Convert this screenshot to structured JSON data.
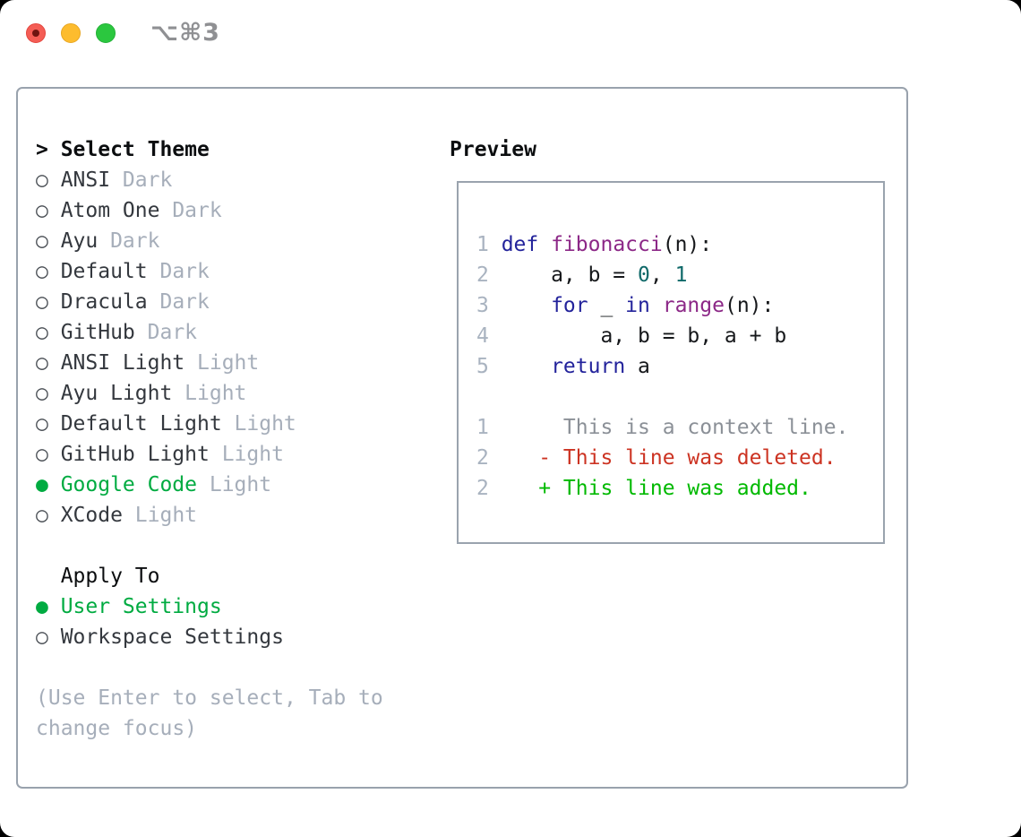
{
  "window": {
    "title": "⌥⌘3",
    "traffic_lights": [
      "close",
      "minimize",
      "zoom"
    ]
  },
  "icons": {
    "prompt": ">",
    "radio_unselected": "○",
    "radio_selected": "●"
  },
  "theme_selector": {
    "header": "Select Theme",
    "themes": [
      {
        "name": "ANSI",
        "variant": "Dark",
        "selected": false
      },
      {
        "name": "Atom One",
        "variant": "Dark",
        "selected": false
      },
      {
        "name": "Ayu",
        "variant": "Dark",
        "selected": false
      },
      {
        "name": "Default",
        "variant": "Dark",
        "selected": false
      },
      {
        "name": "Dracula",
        "variant": "Dark",
        "selected": false
      },
      {
        "name": "GitHub",
        "variant": "Dark",
        "selected": false
      },
      {
        "name": "ANSI Light",
        "variant": "Light",
        "selected": false
      },
      {
        "name": "Ayu Light",
        "variant": "Light",
        "selected": false
      },
      {
        "name": "Default Light",
        "variant": "Light",
        "selected": false
      },
      {
        "name": "GitHub Light",
        "variant": "Light",
        "selected": false
      },
      {
        "name": "Google Code",
        "variant": "Light",
        "selected": true
      },
      {
        "name": "XCode",
        "variant": "Light",
        "selected": false
      }
    ]
  },
  "apply_to": {
    "header": "Apply To",
    "options": [
      {
        "label": "User Settings",
        "selected": true
      },
      {
        "label": "Workspace Settings",
        "selected": false
      }
    ]
  },
  "help": {
    "lines": [
      "(Use Enter to select, Tab to",
      "change focus)"
    ]
  },
  "preview": {
    "title": "Preview",
    "code_lines": [
      {
        "num": "1",
        "segments": [
          {
            "t": "def",
            "c": "kw"
          },
          {
            "t": " ",
            "c": "pl"
          },
          {
            "t": "fibonacci",
            "c": "fn"
          },
          {
            "t": "(n):",
            "c": "pl"
          }
        ]
      },
      {
        "num": "2",
        "segments": [
          {
            "t": "    a, b = ",
            "c": "pl"
          },
          {
            "t": "0",
            "c": "lit"
          },
          {
            "t": ", ",
            "c": "pl"
          },
          {
            "t": "1",
            "c": "lit"
          }
        ]
      },
      {
        "num": "3",
        "segments": [
          {
            "t": "    ",
            "c": "pl"
          },
          {
            "t": "for",
            "c": "kw"
          },
          {
            "t": " _ ",
            "c": "pl"
          },
          {
            "t": "in",
            "c": "kw"
          },
          {
            "t": " ",
            "c": "pl"
          },
          {
            "t": "range",
            "c": "fn"
          },
          {
            "t": "(n):",
            "c": "pl"
          }
        ]
      },
      {
        "num": "4",
        "segments": [
          {
            "t": "        a, b = b, a + b",
            "c": "pl"
          }
        ]
      },
      {
        "num": "5",
        "segments": [
          {
            "t": "    ",
            "c": "pl"
          },
          {
            "t": "return",
            "c": "kw"
          },
          {
            "t": " a",
            "c": "pl"
          }
        ]
      }
    ],
    "diff_lines": [
      {
        "num": "1",
        "segments": [
          {
            "t": "     This is a context line.",
            "c": "ctx"
          }
        ]
      },
      {
        "num": "2",
        "segments": [
          {
            "t": "   ",
            "c": "pl"
          },
          {
            "t": "- This line was deleted.",
            "c": "del"
          }
        ]
      },
      {
        "num": "2",
        "segments": [
          {
            "t": "   ",
            "c": "pl"
          },
          {
            "t": "+ This line was added.",
            "c": "add"
          }
        ]
      }
    ]
  },
  "colors": {
    "selection_green": "#00ab41",
    "keyword_blue": "#23239b",
    "function_purple": "#8c2887",
    "literal_teal": "#0f6969",
    "line_number_gray": "#a9b3c0",
    "context_gray": "#8b9097",
    "deleted_red": "#cc3322",
    "added_green": "#00b900",
    "variant_gray": "#a6aeba",
    "panel_border": "#99a2ad",
    "traffic_red": "#f45d55",
    "traffic_yellow": "#fdbc2e",
    "traffic_green": "#2bc73f",
    "title_gray": "#8f9093"
  }
}
